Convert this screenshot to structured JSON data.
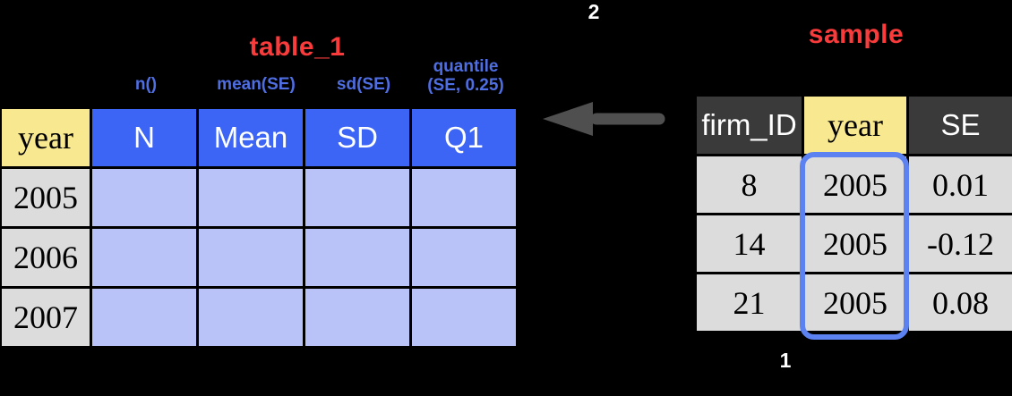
{
  "table_1": {
    "title": "table_1",
    "annotations": {
      "n": "n()",
      "mean": "mean(SE)",
      "sd": "sd(SE)",
      "quantile_line1": "quantile",
      "quantile_line2": "(SE, 0.25)"
    },
    "headers": [
      "year",
      "N",
      "Mean",
      "SD",
      "Q1"
    ],
    "rows": [
      {
        "year": "2005",
        "n": "",
        "mean": "",
        "sd": "",
        "q1": ""
      },
      {
        "year": "2006",
        "n": "",
        "mean": "",
        "sd": "",
        "q1": ""
      },
      {
        "year": "2007",
        "n": "",
        "mean": "",
        "sd": "",
        "q1": ""
      }
    ]
  },
  "sample": {
    "title": "sample",
    "headers": [
      "firm_ID",
      "year",
      "SE"
    ],
    "rows": [
      [
        "8",
        "2005",
        "0.01"
      ],
      [
        "14",
        "2005",
        "-0.12"
      ],
      [
        "21",
        "2005",
        "0.08"
      ]
    ]
  },
  "step_labels": {
    "step1": "1",
    "step2": "2"
  },
  "icons": {
    "arrow": "arrow-left-icon"
  },
  "colors": {
    "background": "#000000",
    "title_red": "#f93b3b",
    "annotation_blue": "#4e6ee2",
    "header_blue": "#3d65f5",
    "cell_lavender": "#b9c3f7",
    "cell_yellow": "#f8e88f",
    "cell_gray": "#dcdcdc",
    "cell_dark": "#3a3a3a",
    "arrow_gray": "#4f4f4f",
    "highlight_blue": "#5b82f0"
  }
}
